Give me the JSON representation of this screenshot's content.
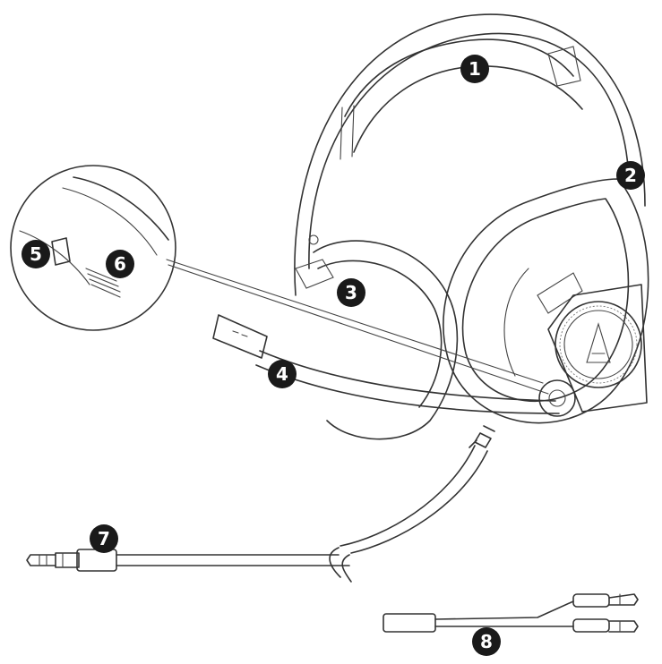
{
  "callouts": [
    {
      "number": "1",
      "part": "headband"
    },
    {
      "number": "2",
      "part": "earcup"
    },
    {
      "number": "3",
      "part": "ear-cushion"
    },
    {
      "number": "4",
      "part": "microphone-boom"
    },
    {
      "number": "5",
      "part": "mic-jack"
    },
    {
      "number": "6",
      "part": "volume-wheel"
    },
    {
      "number": "7",
      "part": "audio-plug"
    },
    {
      "number": "8",
      "part": "splitter-cable"
    }
  ],
  "colors": {
    "line": "#333333",
    "badge": "#1a1a1a",
    "badge_text": "#ffffff",
    "background": "#ffffff"
  }
}
